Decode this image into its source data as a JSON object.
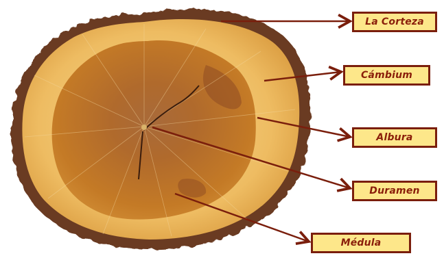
{
  "diagram": {
    "labels": [
      {
        "key": "corteza",
        "text": "La Corteza"
      },
      {
        "key": "cambium",
        "text": "Cámbium"
      },
      {
        "key": "albura",
        "text": "Albura"
      },
      {
        "key": "duramen",
        "text": "Duramen"
      },
      {
        "key": "medula",
        "text": "Médula"
      }
    ]
  },
  "colors": {
    "bark": "#6b3a22",
    "sapwood": "#e8b560",
    "heartwood": "#b5641f",
    "label_fill": "#fde78a",
    "label_border": "#7a1e0c",
    "label_text": "#8a1e0a",
    "arrow": "#7a1e0c"
  }
}
